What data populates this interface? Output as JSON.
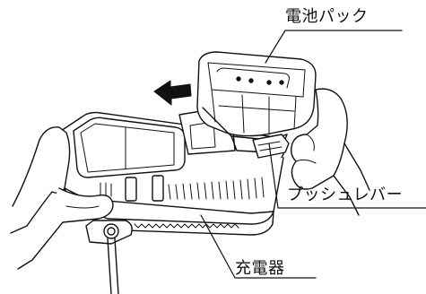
{
  "labels": {
    "battery_pack": "電池パック",
    "push_lever": "プッシュレバー",
    "charger": "充電器"
  },
  "colors": {
    "line": "#111111",
    "background": "#ffffff",
    "arrow": "#111111"
  },
  "icons": {
    "direction": "arrow-left-icon"
  }
}
